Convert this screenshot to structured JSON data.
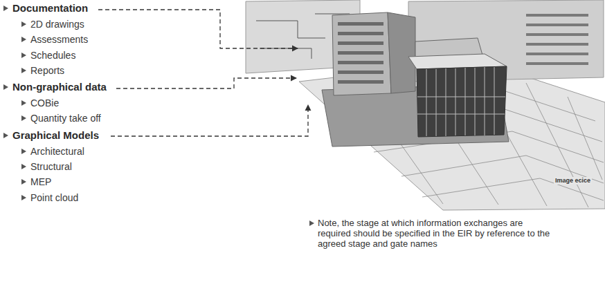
{
  "diagram": {
    "labels": [
      "Documentation",
      "2D drawings",
      "Assessments",
      "Schedules",
      "Reports",
      "Non-graphical data",
      "COBie",
      "Quantity take off",
      "Graphical Models",
      "Architectural",
      "Structural",
      "MEP",
      "Point cloud",
      "Image ecice",
      "Note, the stage at which information exchanges are required should be specified in the EIR by reference to the agreed stage and gate names"
    ]
  }
}
